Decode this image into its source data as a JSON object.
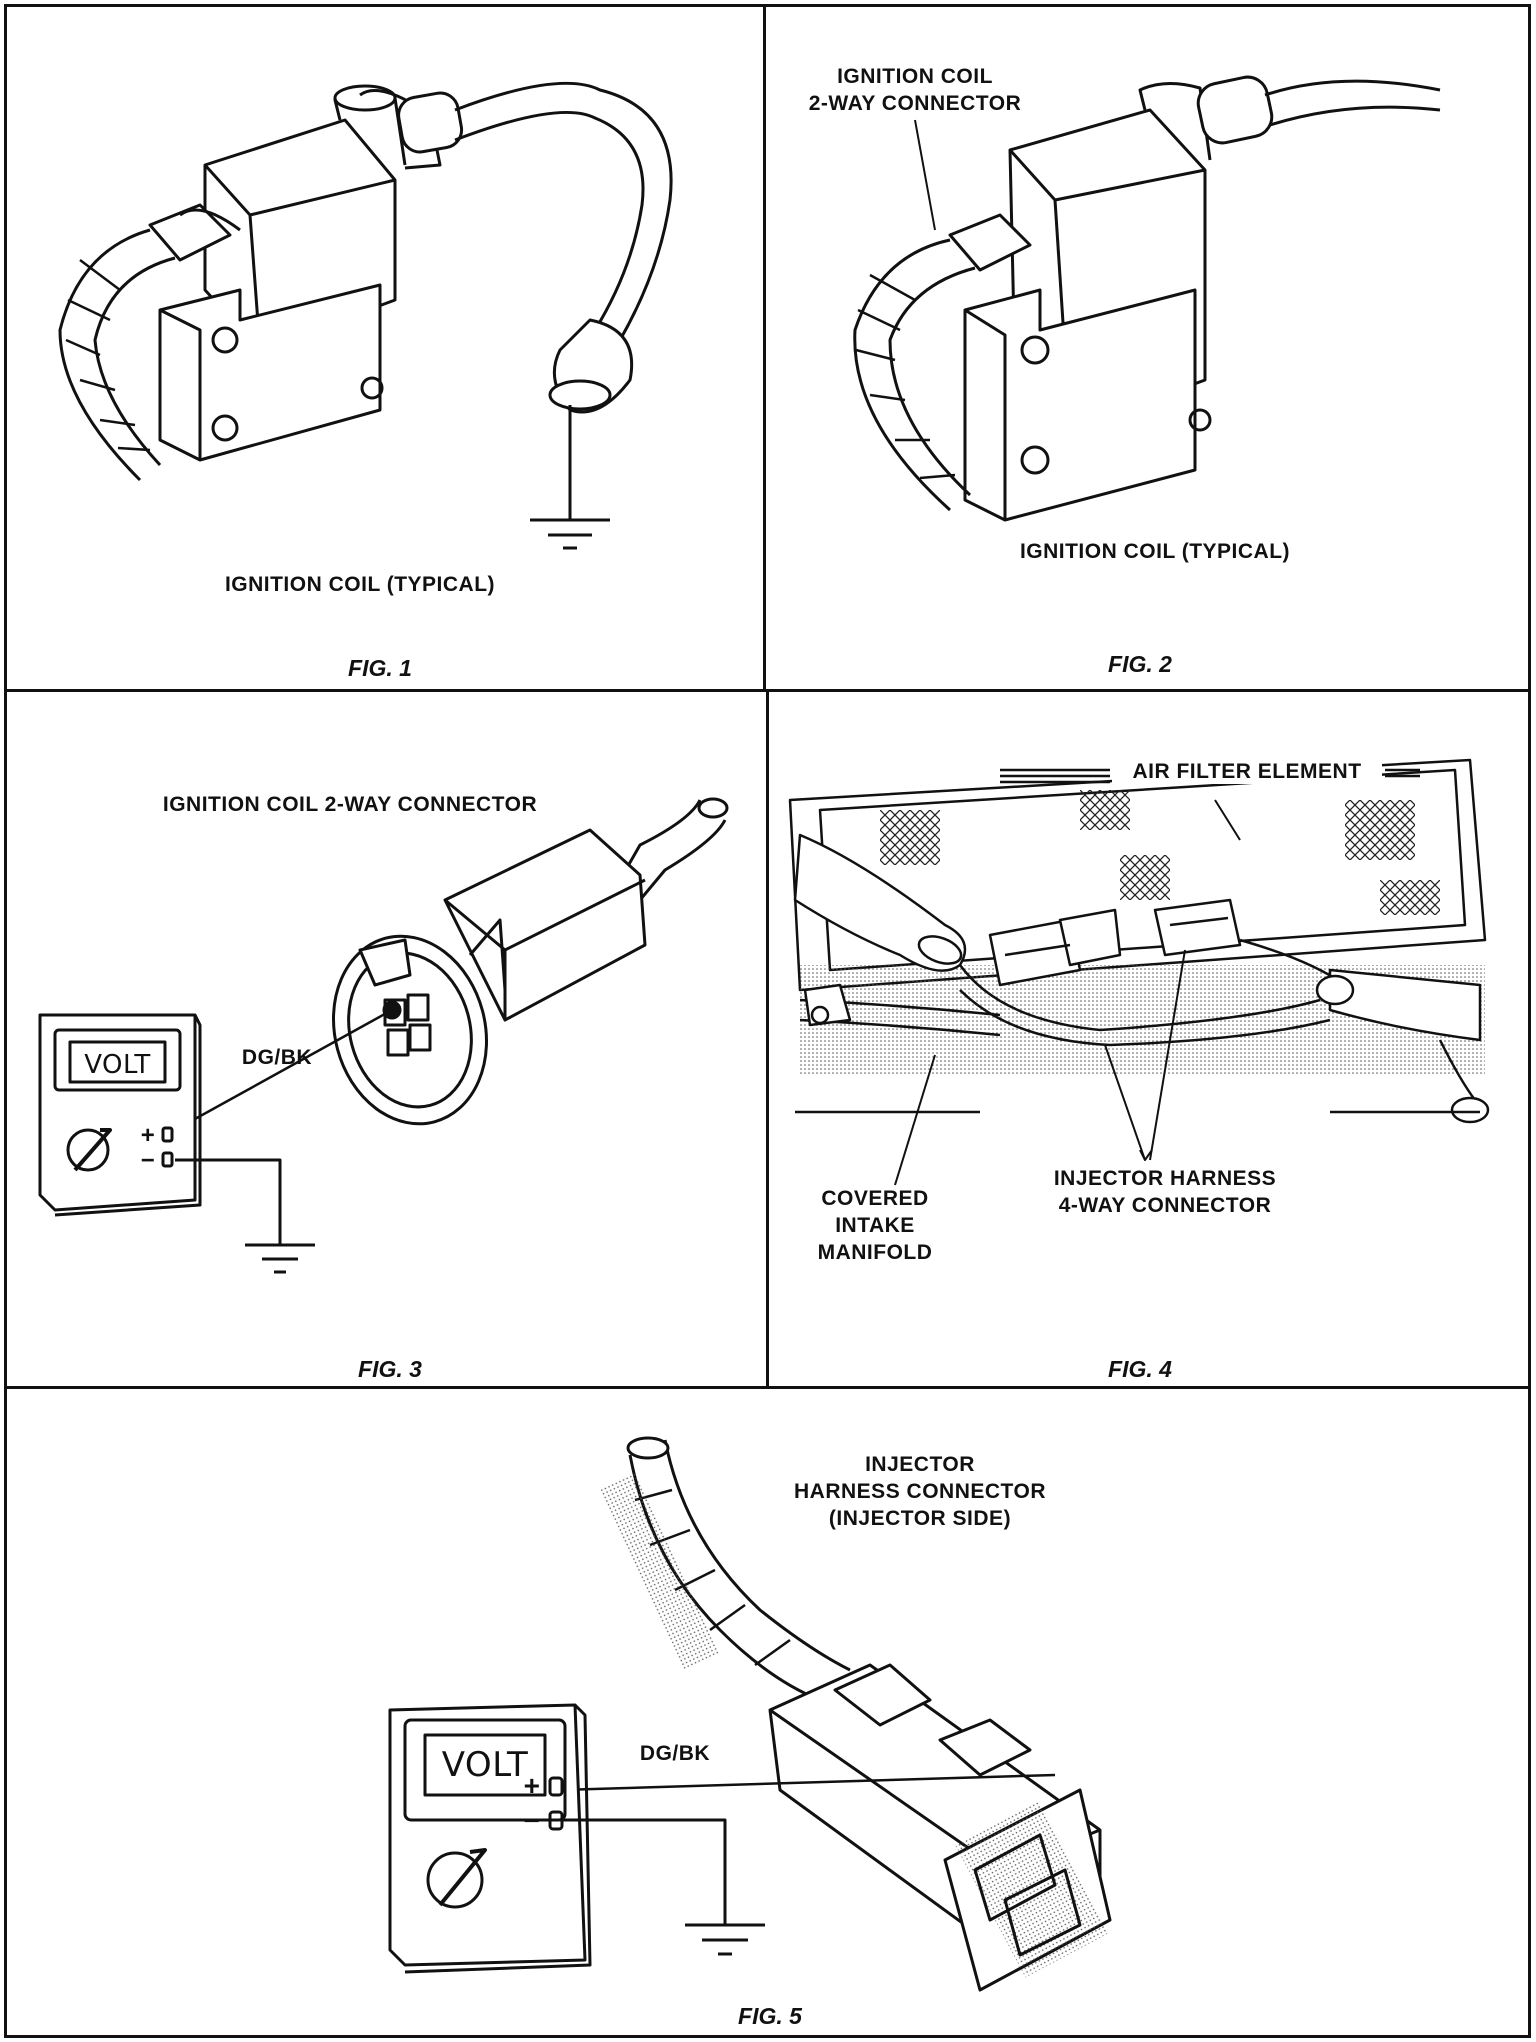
{
  "panels": {
    "fig1": {
      "caption": "IGNITION COIL (TYPICAL)",
      "fig_label": "FIG. 1"
    },
    "fig2": {
      "callout_line1": "IGNITION COIL",
      "callout_line2": "2-WAY CONNECTOR",
      "caption": "IGNITION COIL (TYPICAL)",
      "fig_label": "FIG. 2"
    },
    "fig3": {
      "title": "IGNITION COIL 2-WAY CONNECTOR",
      "wire_label": "DG/BK",
      "meter_label": "VOLT",
      "plus": "+",
      "minus": "−",
      "fig_label": "FIG. 3"
    },
    "fig4": {
      "air_filter_label": "AIR FILTER ELEMENT",
      "manifold_line1": "COVERED",
      "manifold_line2": "INTAKE",
      "manifold_line3": "MANIFOLD",
      "harness_line1": "INJECTOR HARNESS",
      "harness_line2": "4-WAY CONNECTOR",
      "fig_label": "FIG. 4"
    },
    "fig5": {
      "title_line1": "INJECTOR",
      "title_line2": "HARNESS CONNECTOR",
      "title_line3": "(INJECTOR SIDE)",
      "wire_label": "DG/BK",
      "meter_label": "VOLT",
      "plus": "+",
      "minus": "−",
      "fig_label": "FIG. 5"
    }
  }
}
